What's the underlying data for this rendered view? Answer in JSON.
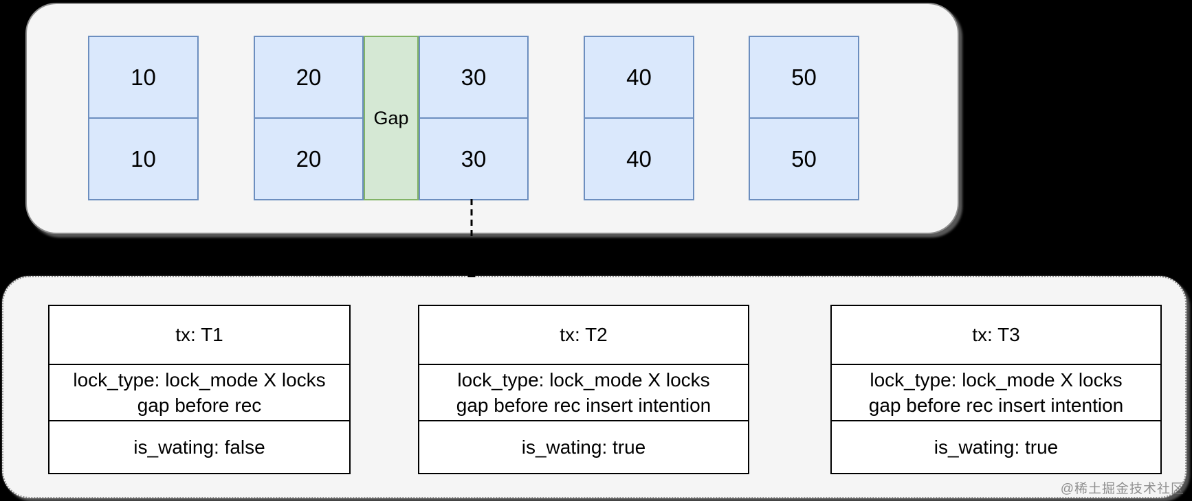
{
  "index_row": {
    "boxes": [
      {
        "id": "rec-10",
        "cells": [
          "10",
          "10"
        ]
      },
      {
        "id": "rec-20",
        "cells": [
          "20",
          "20"
        ]
      },
      {
        "id": "rec-30",
        "cells": [
          "30",
          "30"
        ]
      },
      {
        "id": "rec-40",
        "cells": [
          "40",
          "40"
        ]
      },
      {
        "id": "rec-50",
        "cells": [
          "50",
          "50"
        ]
      }
    ],
    "gap": {
      "label": "Gap"
    },
    "colors": {
      "record_fill": "#dae8fc",
      "record_stroke": "#6c8ebf",
      "gap_fill": "#d5e8d4",
      "gap_stroke": "#82b366",
      "panel_bg": "#f5f5f5",
      "page_bg": "#000000"
    }
  },
  "locks": {
    "transactions": [
      {
        "tx": "tx: T1",
        "lock_type_line1": "lock_type: lock_mode X locks",
        "lock_type_line2": "gap before rec",
        "waiting": "is_wating: false"
      },
      {
        "tx": "tx: T2",
        "lock_type_line1": "lock_type: lock_mode X locks",
        "lock_type_line2": "gap before rec insert intention",
        "waiting": "is_wating: true"
      },
      {
        "tx": "tx: T3",
        "lock_type_line1": "lock_type: lock_mode X locks",
        "lock_type_line2": "gap before rec insert intention",
        "waiting": "is_wating: true"
      }
    ]
  },
  "watermark": "@稀土掘金技术社区"
}
